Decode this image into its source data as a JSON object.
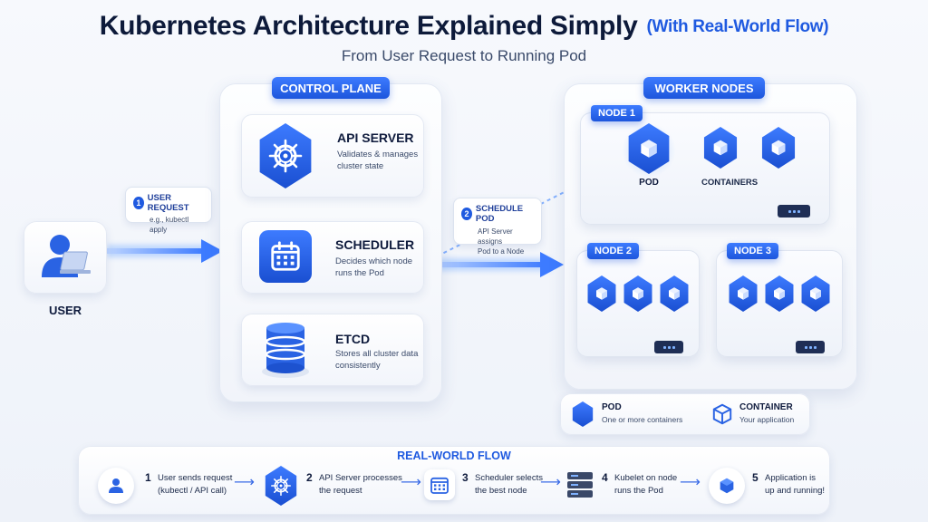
{
  "header": {
    "title": "Kubernetes Architecture Explained Simply",
    "title_accent": "(With Real-World Flow)",
    "subtitle": "From User Request to Running Pod"
  },
  "user": {
    "label": "USER"
  },
  "step1": {
    "num": "1",
    "title": "USER REQUEST",
    "desc": "e.g., kubectl apply"
  },
  "step2": {
    "num": "2",
    "title": "SCHEDULE POD",
    "desc_line1": "API Server assigns",
    "desc_line2": "Pod to a Node"
  },
  "control_plane": {
    "label": "CONTROL PLANE",
    "api_server": {
      "title": "API SERVER",
      "desc_line1": "Validates & manages",
      "desc_line2": "cluster state"
    },
    "scheduler": {
      "title": "SCHEDULER",
      "desc_line1": "Decides which node",
      "desc_line2": "runs the Pod"
    },
    "etcd": {
      "title": "ETCD",
      "desc_line1": "Stores all cluster data",
      "desc_line2": "consistently"
    }
  },
  "worker_nodes": {
    "label": "WORKER NODES",
    "node1": {
      "label": "NODE 1",
      "pod_label": "POD",
      "containers_label": "CONTAINERS"
    },
    "node2": {
      "label": "NODE 2"
    },
    "node3": {
      "label": "NODE 3"
    }
  },
  "legend": {
    "pod_title": "POD",
    "pod_desc": "One or more containers",
    "container_title": "CONTAINER",
    "container_desc": "Your application"
  },
  "flow": {
    "title": "REAL-WORLD FLOW",
    "steps": [
      {
        "num": "1",
        "line1": "User sends request",
        "line2": "(kubectl / API call)"
      },
      {
        "num": "2",
        "line1": "API Server processes",
        "line2": "the request"
      },
      {
        "num": "3",
        "line1": "Scheduler selects",
        "line2": "the best node"
      },
      {
        "num": "4",
        "line1": "Kubelet on node",
        "line2": "runs the Pod"
      },
      {
        "num": "5",
        "line1": "Application is",
        "line2": "up and running!"
      }
    ]
  },
  "colors": {
    "accent": "#1f5ae0",
    "dark": "#0f1b3d",
    "glow": "#7fb2ff"
  }
}
